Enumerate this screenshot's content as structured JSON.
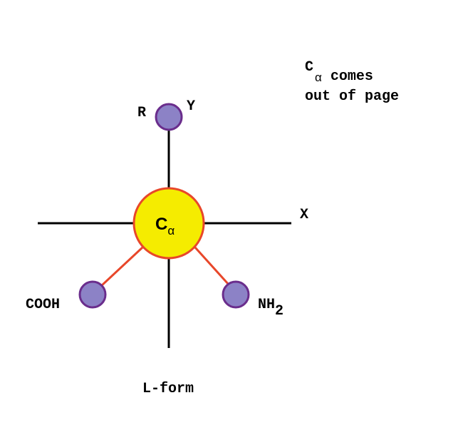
{
  "diagram": {
    "note": {
      "c": "C",
      "alpha": "α",
      "line1_rest": " comes",
      "line2": "out of page"
    },
    "center": {
      "c": "C",
      "alpha": "α"
    },
    "labels": {
      "r": "R",
      "y": "Y",
      "x": "X",
      "cooh": "COOH",
      "nh": "NH",
      "nh_sub": "2",
      "form": "L-form"
    },
    "colors": {
      "axis": "#000000",
      "bond": "#e8472a",
      "center_fill": "#f5ec00",
      "center_stroke": "#e8472a",
      "atom_fill": "#8c82c6",
      "atom_stroke": "#6a2d8c"
    }
  }
}
